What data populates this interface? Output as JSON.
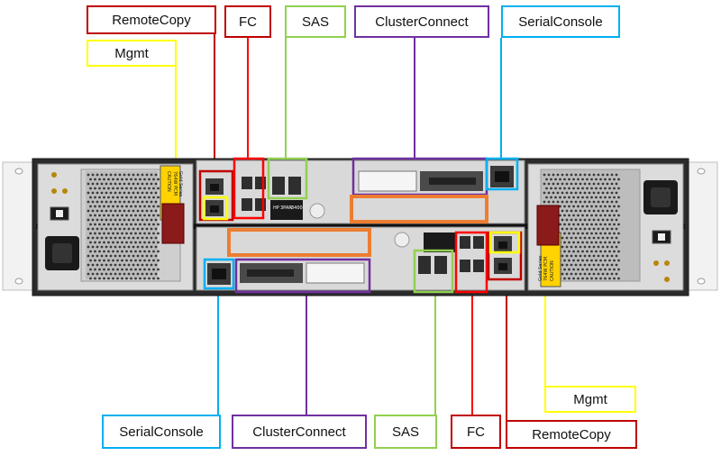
{
  "labels": {
    "top_remote_copy": "RemoteCopy",
    "top_fc": "FC",
    "top_sas": "SAS",
    "top_cluster_connect": "ClusterConnect",
    "top_serial_console": "SerialConsole",
    "top_mgmt": "Mgmt",
    "bottom_serial_console": "SerialConsole",
    "bottom_cluster_connect": "ClusterConnect",
    "bottom_sas": "SAS",
    "bottom_fc": "FC",
    "bottom_remote_copy": "RemoteCopy",
    "bottom_mgmt": "Mgmt"
  },
  "psu_left": {
    "model": "764W PCM",
    "series": "Gold Series",
    "caution": "CAUTION"
  },
  "psu_right": {
    "model": "764W PCM",
    "series": "Gold Series",
    "caution": "CAUTION"
  },
  "controller_badge": {
    "brand": "HP",
    "product": "3PAR",
    "model": "8400"
  },
  "colors": {
    "remote_copy": "#c00000",
    "fc": "#ff0000",
    "sas": "#92d050",
    "cluster_connect": "#7030a0",
    "serial_console": "#00b0f0",
    "mgmt": "#ffff00",
    "unlabeled_slot": "#ed7d31"
  }
}
